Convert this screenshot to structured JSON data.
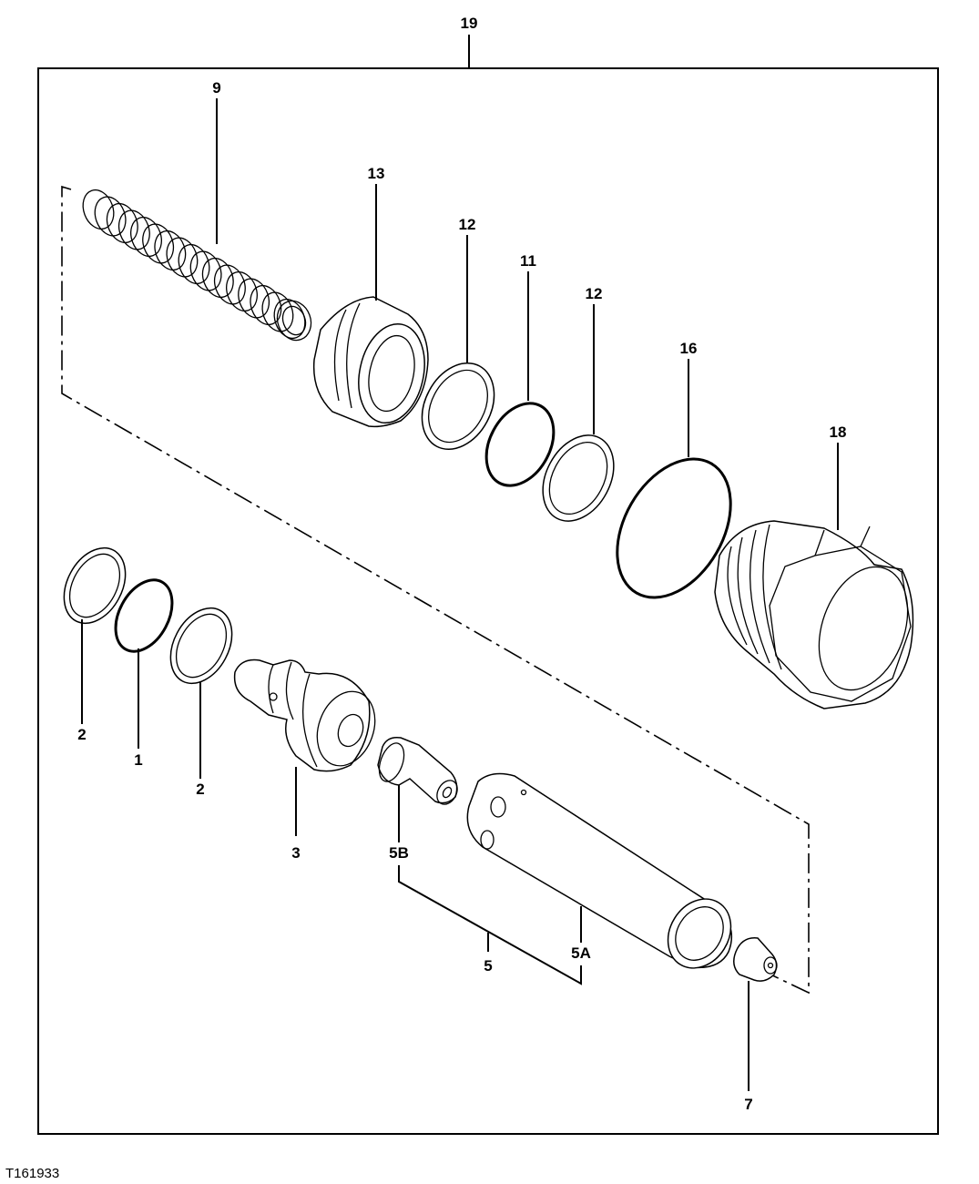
{
  "figure_id": "T161933",
  "callouts": {
    "c19": "19",
    "c9": "9",
    "c13": "13",
    "c12a": "12",
    "c11": "11",
    "c12b": "12",
    "c16": "16",
    "c18": "18",
    "c2a": "2",
    "c1": "1",
    "c2b": "2",
    "c3": "3",
    "c5B": "5B",
    "c5": "5",
    "c5A": "5A",
    "c7": "7"
  },
  "parts": [
    "spring",
    "sleeve",
    "backup-ring",
    "o-ring",
    "backup-ring",
    "large-o-ring",
    "plug",
    "backup-ring",
    "o-ring",
    "backup-ring",
    "valve-poppet",
    "pin",
    "valve-body",
    "orifice-fitting"
  ]
}
